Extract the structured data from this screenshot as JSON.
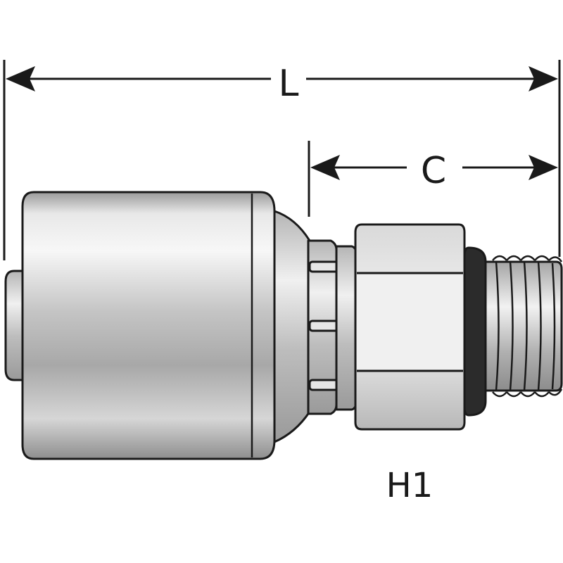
{
  "dimensions": {
    "length_label": "L",
    "cutoff_label": "C"
  },
  "hex_label": "H1",
  "colors": {
    "outline": "#1a1a1a",
    "metal_light": "#f2f2f2",
    "metal_mid": "#c9c9c9",
    "metal_dark": "#8a8a8a",
    "oring": "#2b2b2b",
    "background": "#ffffff"
  }
}
